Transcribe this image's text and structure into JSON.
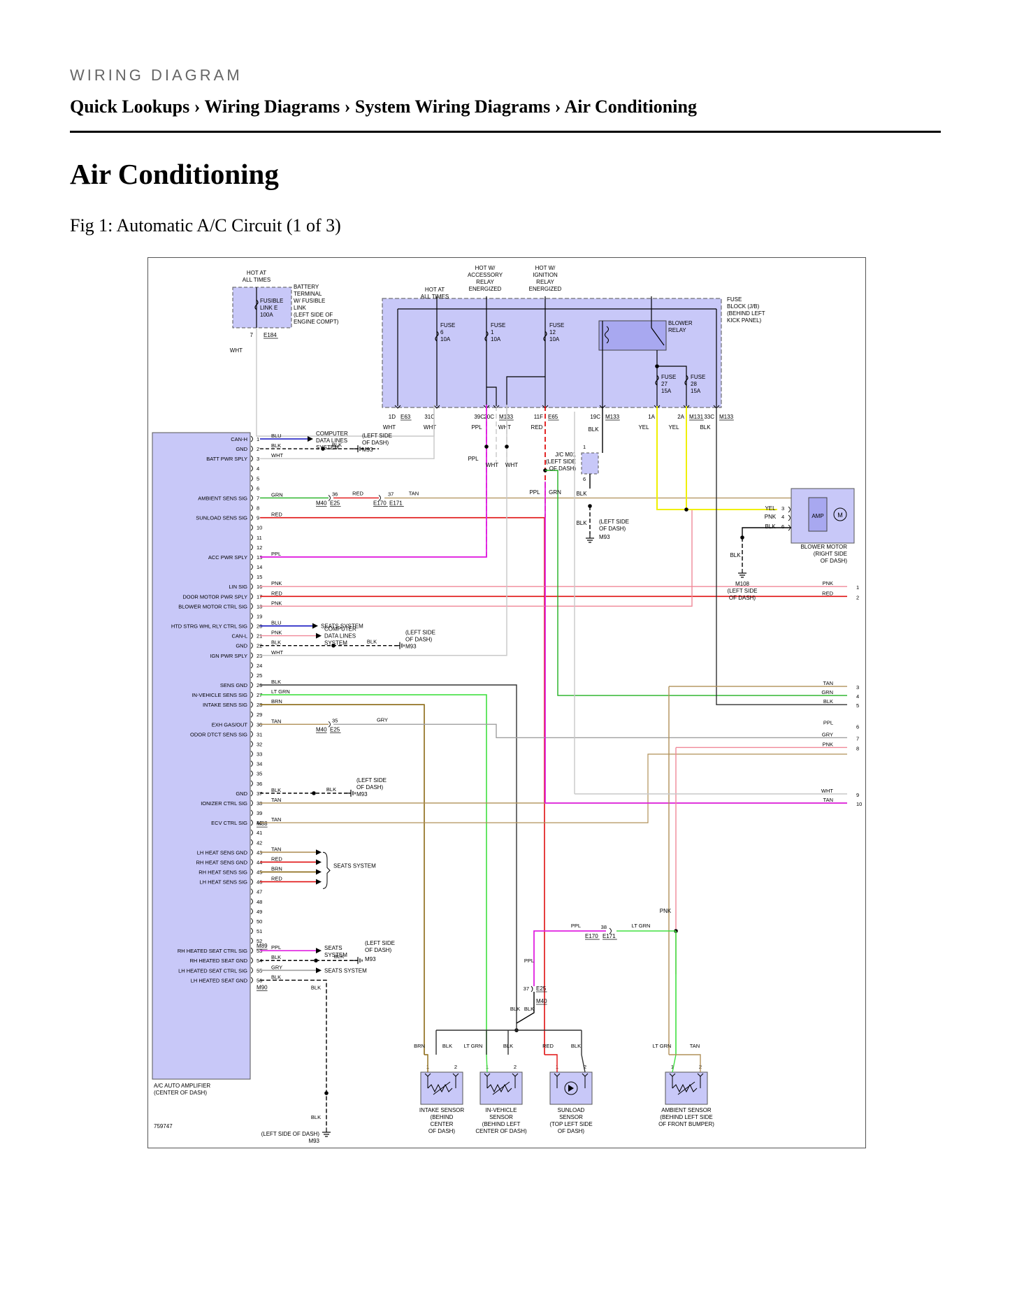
{
  "page": {
    "section_label": "WIRING DIAGRAM",
    "breadcrumb": [
      "Quick Lookups",
      "Wiring Diagrams",
      "System Wiring Diagrams",
      "Air Conditioning"
    ],
    "breadcrumb_sep": "›",
    "title": "Air Conditioning",
    "figure_caption": "Fig 1: Automatic A/C Circuit (1 of 3)"
  },
  "colors": {
    "module_fill": "#c8c8f8",
    "module_stroke": "#555555",
    "PPL": "#e020e0",
    "RED": "#e01010",
    "YEL": "#f0f000",
    "GRN": "#20b020",
    "LTGRN": "#40e040",
    "PNK": "#f08898",
    "BLU": "#1010c0",
    "BLK": "#222222",
    "WHT": "#c8c8c8",
    "TAN": "#b09058",
    "BRN": "#8b6914",
    "GRY": "#a0a0a0"
  },
  "diagram": {
    "id": "759747",
    "labels": {
      "hot_all_times_1": [
        "HOT AT",
        "ALL TIMES"
      ],
      "battery_terminal": [
        "BATTERY",
        "TERMINAL",
        "W/ FUSIBLE",
        "LINK",
        "(LEFT SIDE OF",
        "ENGINE COMPT)"
      ],
      "fusible_link": [
        "FUSIBLE",
        "LINK E",
        "100A"
      ],
      "hot_all_times_2": [
        "HOT AT",
        "ALL TIMES"
      ],
      "hot_accessory": [
        "HOT W/",
        "ACCESSORY",
        "RELAY",
        "ENERGIZED"
      ],
      "hot_ignition": [
        "HOT W/",
        "IGNITION",
        "RELAY",
        "ENERGIZED"
      ],
      "fuse_block": [
        "FUSE",
        "BLOCK (J/B)",
        "(BEHIND LEFT",
        "KICK PANEL)"
      ],
      "fuse6": [
        "FUSE",
        "6",
        "10A"
      ],
      "fuse1": [
        "FUSE",
        "1",
        "10A"
      ],
      "fuse12": [
        "FUSE",
        "12",
        "10A"
      ],
      "blower_relay": [
        "BLOWER",
        "RELAY"
      ],
      "fuse27": [
        "FUSE",
        "27",
        "15A"
      ],
      "fuse28": [
        "FUSE",
        "28",
        "15A"
      ],
      "amp_module_name": [
        "A/C AUTO AMPLIFIER",
        "(CENTER OF DASH)"
      ],
      "blower_motor": [
        "BLOWER MOTOR",
        "(RIGHT SIDE",
        "OF DASH)"
      ],
      "m108": [
        "M108",
        "(LEFT SIDE",
        "OF DASH)"
      ],
      "jc_m01": [
        "J/C M01",
        "(LEFT SIDE",
        "OF DASH)"
      ],
      "left_side_dash_m93_a": [
        "(LEFT SIDE",
        "OF DASH)",
        "M93"
      ],
      "computer_data_lines": [
        "COMPUTER",
        "DATA LINES",
        "SYSTEM"
      ],
      "left_side_dash": [
        "(LEFT SIDE",
        "OF DASH)"
      ],
      "seats_system": "SEATS SYSTEM",
      "seats_system_2": [
        "SEATS",
        "SYSTEM"
      ],
      "bottom_ground": "(LEFT SIDE OF DASH)",
      "intake_sensor": [
        "INTAKE SENSOR",
        "(BEHIND",
        "CENTER",
        "OF DASH)"
      ],
      "invehicle_sensor": [
        "IN-VEHICLE",
        "SENSOR",
        "(BEHIND LEFT",
        "CENTER OF DASH)"
      ],
      "sunload_sensor": [
        "SUNLOAD",
        "SENSOR",
        "(TOP LEFT SIDE",
        "OF DASH)"
      ],
      "ambient_sensor": [
        "AMBIENT SENSOR",
        "(BEHIND LEFT SIDE",
        "OF FRONT BUMPER)"
      ],
      "amp_text": "AMP",
      "motor_text": "M"
    },
    "pin_labels": {
      "1": "CAN-H",
      "2": "GND",
      "3": "BATT PWR SPLY",
      "7": "AMBIENT SENS SIG",
      "9": "SUNLOAD SENS SIG",
      "13": "ACC PWR SPLY",
      "16": "LIN SIG",
      "17": "DOOR MOTOR PWR SPLY",
      "18": "BLOWER MOTOR CTRL SIG",
      "20": "HTD STRG WHL RLY CTRL SIG",
      "21": "CAN-L",
      "22": "GND",
      "23": "IGN PWR SPLY",
      "26": "SENS GND",
      "27": "IN-VEHICLE SENS SIG",
      "28": "INTAKE SENS SIG",
      "30": "EXH GAS/OUT",
      "31": "ODOR DTCT SENS SIG",
      "37": "GND",
      "38": "IONIZER CTRL SIG",
      "40": "ECV CTRL SIG",
      "43": "LH HEAT SENS GND",
      "44": "RH HEAT SENS GND",
      "45": "RH HEAT SENS SIG",
      "46": "LH HEAT SENS SIG",
      "53": "RH HEATED SEAT CTRL SIG",
      "54": "RH HEATED SEAT GND",
      "55": "LH HEATED SEAT CTRL SIG",
      "56": "LH HEATED SEAT GND"
    },
    "pin_wire_colors": {
      "1": "BLU",
      "2": "BLK",
      "3": "WHT",
      "7": "GRN",
      "9": "RED",
      "13": "PPL",
      "16": "PNK",
      "17": "RED",
      "18": "PNK",
      "20": "BLU",
      "21": "PNK",
      "22": "BLK",
      "23": "WHT",
      "26": "BLK",
      "27": "LT GRN",
      "28": "BRN",
      "30": "TAN",
      "37": "BLK",
      "38": "TAN",
      "40": "TAN",
      "43": "TAN",
      "44": "RED",
      "45": "BRN",
      "46": "RED",
      "53": "PPL",
      "54": "BLK",
      "55": "GRY",
      "56": "BLK"
    },
    "connectors": {
      "e184": "E184",
      "e63": "E63",
      "m133": "M133",
      "e65": "E65",
      "m131": "M131",
      "m40": "M40",
      "e25": "E25",
      "e170": "E170",
      "e171": "E171",
      "m88": "M88",
      "m89": "M89",
      "m90": "M90",
      "m93": "M93"
    },
    "right_continuation": [
      {
        "color": "PNK",
        "num": "1"
      },
      {
        "color": "RED",
        "num": "2"
      },
      {
        "color": "TAN",
        "num": "3"
      },
      {
        "color": "GRN",
        "num": "4"
      },
      {
        "color": "BLK",
        "num": "5"
      },
      {
        "color": "PPL",
        "num": "6"
      },
      {
        "color": "GRY",
        "num": "7"
      },
      {
        "color": "PNK",
        "num": "8"
      },
      {
        "color": "WHT",
        "num": "9"
      },
      {
        "color": "TAN",
        "num": "10"
      }
    ]
  }
}
